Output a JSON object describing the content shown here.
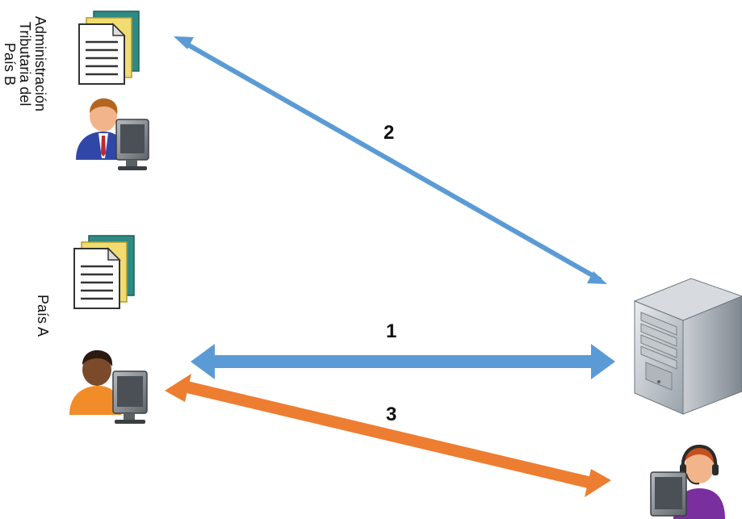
{
  "labels": {
    "country_b_admin": "Administración\nTributaria del\nPaís B",
    "country_a": "País A"
  },
  "arrows": [
    {
      "number": "1",
      "color": "#5b9bd5"
    },
    {
      "number": "2",
      "color": "#5b9bd5"
    },
    {
      "number": "3",
      "color": "#ed7d31"
    }
  ],
  "icons": {
    "documents": "documents-icon",
    "official": "tax-official-icon",
    "taxpayer": "taxpayer-icon",
    "server": "server-icon",
    "operator": "call-center-operator-icon"
  }
}
